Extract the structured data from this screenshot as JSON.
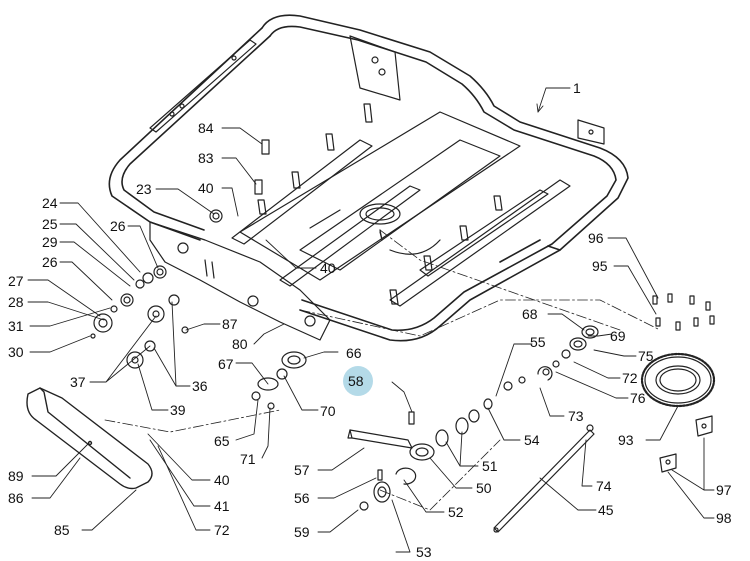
{
  "diagram": {
    "highlight_color": "#a7d4e4",
    "line_color": "#222222",
    "highlighted_part": "58",
    "labels": [
      {
        "id": "p1",
        "text": "1"
      },
      {
        "id": "p84",
        "text": "84"
      },
      {
        "id": "p83",
        "text": "83"
      },
      {
        "id": "p23",
        "text": "23"
      },
      {
        "id": "p40a",
        "text": "40"
      },
      {
        "id": "p40b",
        "text": "40"
      },
      {
        "id": "p24",
        "text": "24"
      },
      {
        "id": "p25",
        "text": "25"
      },
      {
        "id": "p26a",
        "text": "26"
      },
      {
        "id": "p29",
        "text": "29"
      },
      {
        "id": "p26b",
        "text": "26"
      },
      {
        "id": "p27",
        "text": "27"
      },
      {
        "id": "p28",
        "text": "28"
      },
      {
        "id": "p31",
        "text": "31"
      },
      {
        "id": "p30",
        "text": "30"
      },
      {
        "id": "p37",
        "text": "37"
      },
      {
        "id": "p36",
        "text": "36"
      },
      {
        "id": "p39",
        "text": "39"
      },
      {
        "id": "p87",
        "text": "87"
      },
      {
        "id": "p80",
        "text": "80"
      },
      {
        "id": "p67",
        "text": "67"
      },
      {
        "id": "p66",
        "text": "66"
      },
      {
        "id": "p58",
        "text": "58"
      },
      {
        "id": "p70",
        "text": "70"
      },
      {
        "id": "p65",
        "text": "65"
      },
      {
        "id": "p71",
        "text": "71"
      },
      {
        "id": "p89",
        "text": "89"
      },
      {
        "id": "p86",
        "text": "86"
      },
      {
        "id": "p85",
        "text": "85"
      },
      {
        "id": "p40c",
        "text": "40"
      },
      {
        "id": "p41",
        "text": "41"
      },
      {
        "id": "p72a",
        "text": "72"
      },
      {
        "id": "p57",
        "text": "57"
      },
      {
        "id": "p56",
        "text": "56"
      },
      {
        "id": "p59",
        "text": "59"
      },
      {
        "id": "p53",
        "text": "53"
      },
      {
        "id": "p52",
        "text": "52"
      },
      {
        "id": "p50",
        "text": "50"
      },
      {
        "id": "p51",
        "text": "51"
      },
      {
        "id": "p54",
        "text": "54"
      },
      {
        "id": "p55",
        "text": "55"
      },
      {
        "id": "p73",
        "text": "73"
      },
      {
        "id": "p74",
        "text": "74"
      },
      {
        "id": "p45",
        "text": "45"
      },
      {
        "id": "p68",
        "text": "68"
      },
      {
        "id": "p69",
        "text": "69"
      },
      {
        "id": "p75",
        "text": "75"
      },
      {
        "id": "p72b",
        "text": "72"
      },
      {
        "id": "p76",
        "text": "76"
      },
      {
        "id": "p93",
        "text": "93"
      },
      {
        "id": "p96",
        "text": "96"
      },
      {
        "id": "p95",
        "text": "95"
      },
      {
        "id": "p97",
        "text": "97"
      },
      {
        "id": "p98",
        "text": "98"
      }
    ]
  }
}
